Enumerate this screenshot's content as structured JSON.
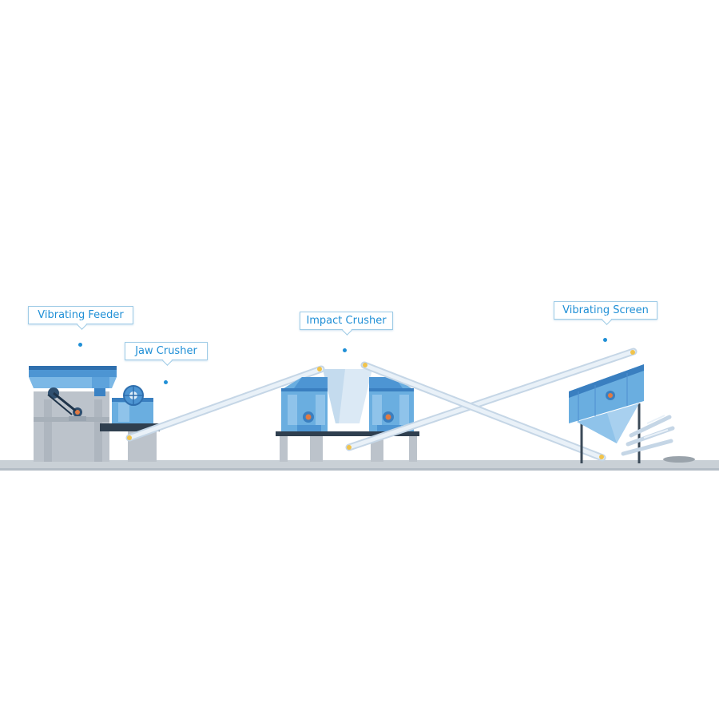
{
  "labels": {
    "vibrating_feeder": "Vibrating Feeder",
    "jaw_crusher": "Jaw Crusher",
    "impact_crusher": "Impact Crusher",
    "vibrating_screen": "Vibrating Screen"
  },
  "colors": {
    "label_text": "#1f8fd6",
    "label_border": "#9ecbe6",
    "machine_blue": "#6aaee0",
    "machine_dark": "#3a7fc0",
    "concrete": "#bcc3cb",
    "ground": "#c9d0d6",
    "belt": "#d7e3ee",
    "accent_orange": "#e07a43"
  }
}
